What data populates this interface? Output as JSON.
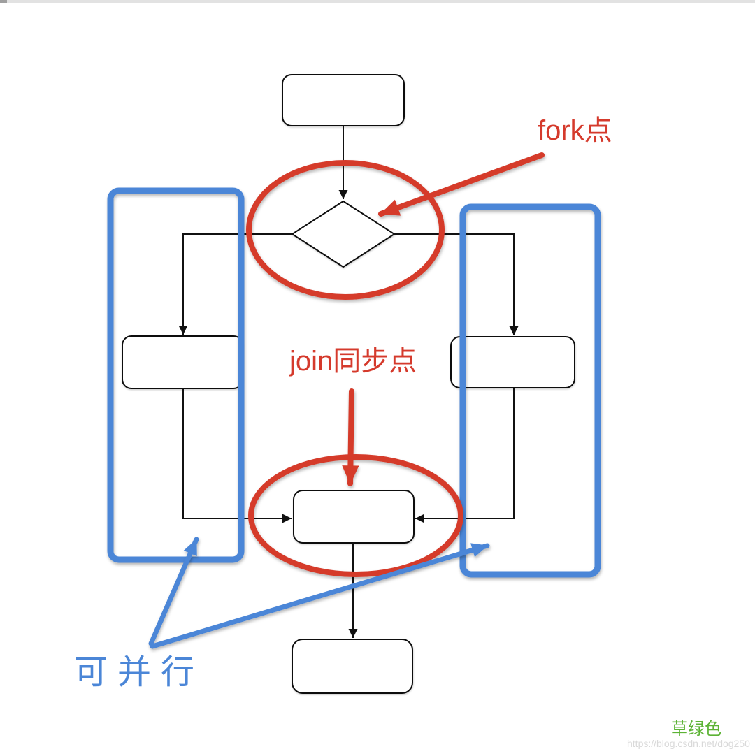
{
  "page": {
    "background": "#ffffff",
    "top_edge_bar_color": "#e2e2e2"
  },
  "annotations": {
    "fork_label": "fork点",
    "join_label": "join同步点",
    "parallel_label": "可并行",
    "red_color": "#d53a2c",
    "blue_color": "#4b86d7"
  },
  "footer": {
    "theme_label": "草绿色",
    "theme_color": "#5cb335",
    "watermark": "https://blog.csdn.net/dog250",
    "watermark_color": "#d9d9d9"
  },
  "diagram": {
    "type": "uml-activity-fork-join-flowchart",
    "nodes": [
      {
        "id": "start",
        "shape": "rounded-rect",
        "label": ""
      },
      {
        "id": "fork-decision",
        "shape": "diamond",
        "label": ""
      },
      {
        "id": "left-action",
        "shape": "rounded-rect",
        "label": ""
      },
      {
        "id": "right-action",
        "shape": "rounded-rect",
        "label": ""
      },
      {
        "id": "join",
        "shape": "rounded-rect",
        "label": ""
      },
      {
        "id": "end",
        "shape": "rounded-rect",
        "label": ""
      }
    ],
    "edges": [
      {
        "from": "start",
        "to": "fork-decision",
        "style": "arrow"
      },
      {
        "from": "fork-decision",
        "to": "left-action",
        "style": "arrow"
      },
      {
        "from": "fork-decision",
        "to": "right-action",
        "style": "arrow"
      },
      {
        "from": "left-action",
        "to": "join",
        "style": "arrow"
      },
      {
        "from": "right-action",
        "to": "join",
        "style": "arrow"
      },
      {
        "from": "join",
        "to": "end",
        "style": "arrow"
      }
    ],
    "highlights": [
      {
        "id": "fork-highlight-ellipse",
        "color": "red",
        "around": "fork-decision"
      },
      {
        "id": "join-highlight-ellipse",
        "color": "red",
        "around": "join"
      },
      {
        "id": "left-parallel-region-box",
        "color": "blue",
        "around": "left branch"
      },
      {
        "id": "right-parallel-region-box",
        "color": "blue",
        "around": "right branch"
      }
    ]
  }
}
